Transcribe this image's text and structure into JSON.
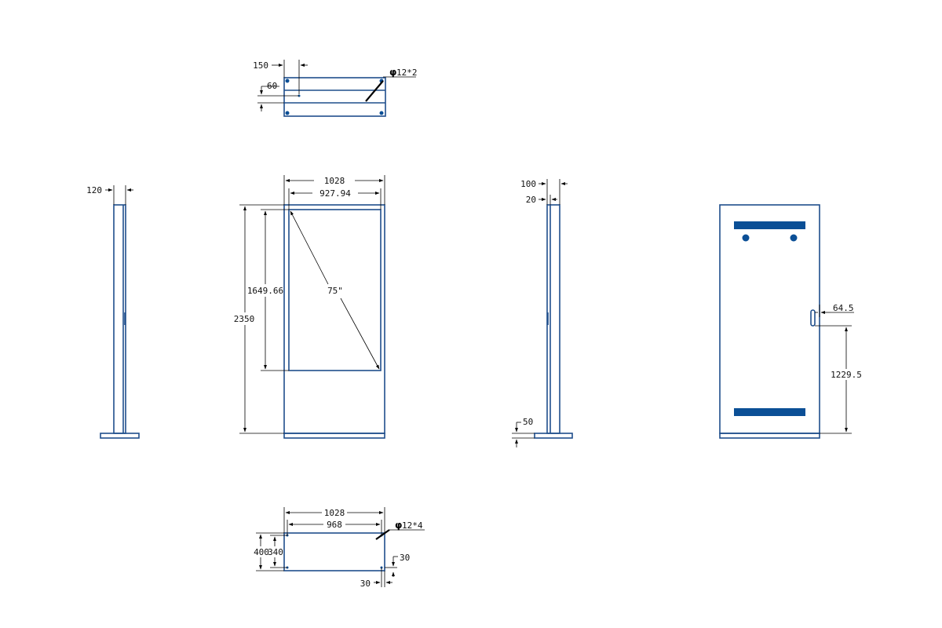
{
  "top_view": {
    "dim_150": "150",
    "dim_60": "60",
    "hole_note": "12*2"
  },
  "left_side_view": {
    "dim_120": "120"
  },
  "front_view": {
    "dim_1028": "1028",
    "dim_927_94": "927.94",
    "dim_1649_66": "1649.66",
    "dim_2350": "2350",
    "screen_size": "75\""
  },
  "right_side_view": {
    "dim_100": "100",
    "dim_20": "20",
    "dim_50": "50"
  },
  "back_view": {
    "dim_64_5": "64.5",
    "dim_1229_5": "1229.5"
  },
  "base_view": {
    "dim_1028": "1028",
    "dim_968": "968",
    "dim_400": "400",
    "dim_340": "340",
    "dim_30_right": "30",
    "dim_30_bottom": "30",
    "hole_note": "12*4"
  },
  "diameter_symbol": "φ",
  "colors": {
    "outline": "#1f4e8c",
    "fill": "#0b4f96",
    "dimension": "#000000"
  }
}
